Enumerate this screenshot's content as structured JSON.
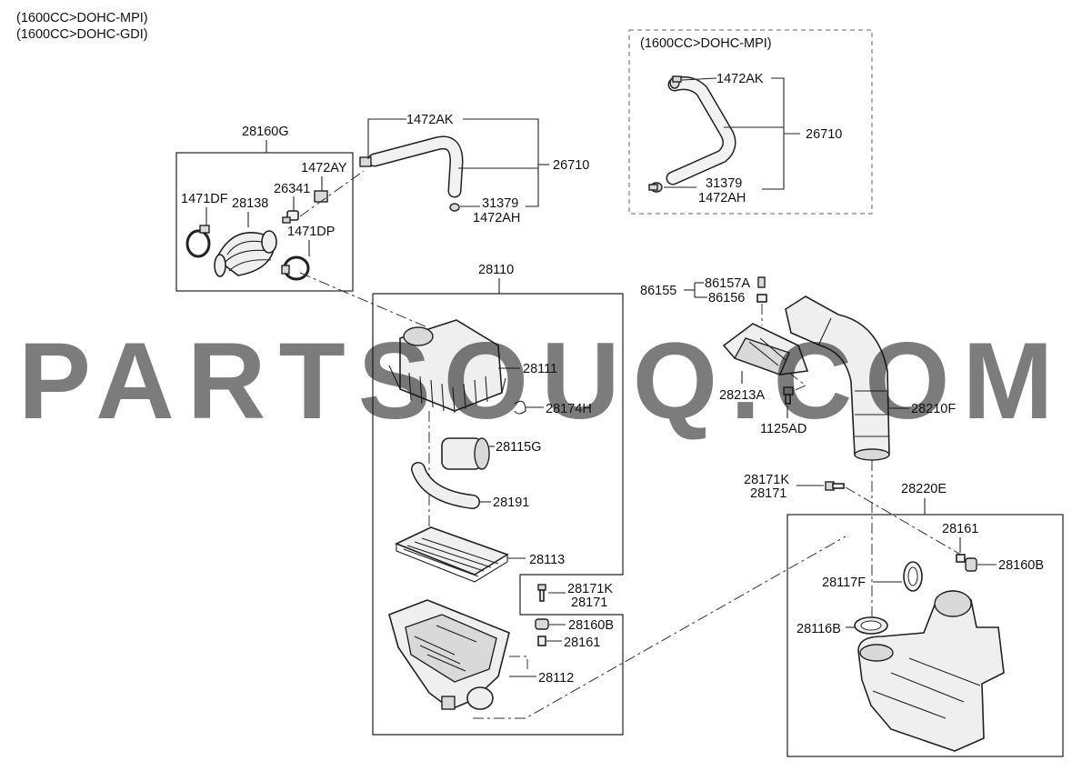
{
  "diagram": {
    "header": [
      "(1600CC>DOHC-MPI)",
      "(1600CC>DOHC-GDI)"
    ],
    "inset_title": "(1600CC>DOHC-MPI)",
    "watermark": "PARTSOUQ.COM",
    "labels": {
      "p28160G": "28160G",
      "p1472AY": "1472AY",
      "p26341": "26341",
      "p1471DF": "1471DF",
      "p28138": "28138",
      "p1471DP": "1471DP",
      "p1472AK_main": "1472AK",
      "p26710_main": "26710",
      "p31379_main": "31379",
      "p1472AH_main": "1472AH",
      "p1472AK_inset": "1472AK",
      "p26710_inset": "26710",
      "p31379_inset": "31379",
      "p1472AH_inset": "1472AH",
      "p28110": "28110",
      "p28111": "28111",
      "p28174H": "28174H",
      "p28115G": "28115G",
      "p28191": "28191",
      "p28113": "28113",
      "p28171K_a": "28171K",
      "p28171_a": "28171",
      "p28160B_a": "28160B",
      "p28161_a": "28161",
      "p28112": "28112",
      "p86155": "86155",
      "p86157A": "86157A",
      "p86156": "86156",
      "p28213A": "28213A",
      "p1125AD": "1125AD",
      "p28210F": "28210F",
      "p28171K_b": "28171K",
      "p28171_b": "28171",
      "p28220E": "28220E",
      "p28161_b": "28161",
      "p28160B_b": "28160B",
      "p28117F": "28117F",
      "p28116B": "28116B"
    }
  }
}
